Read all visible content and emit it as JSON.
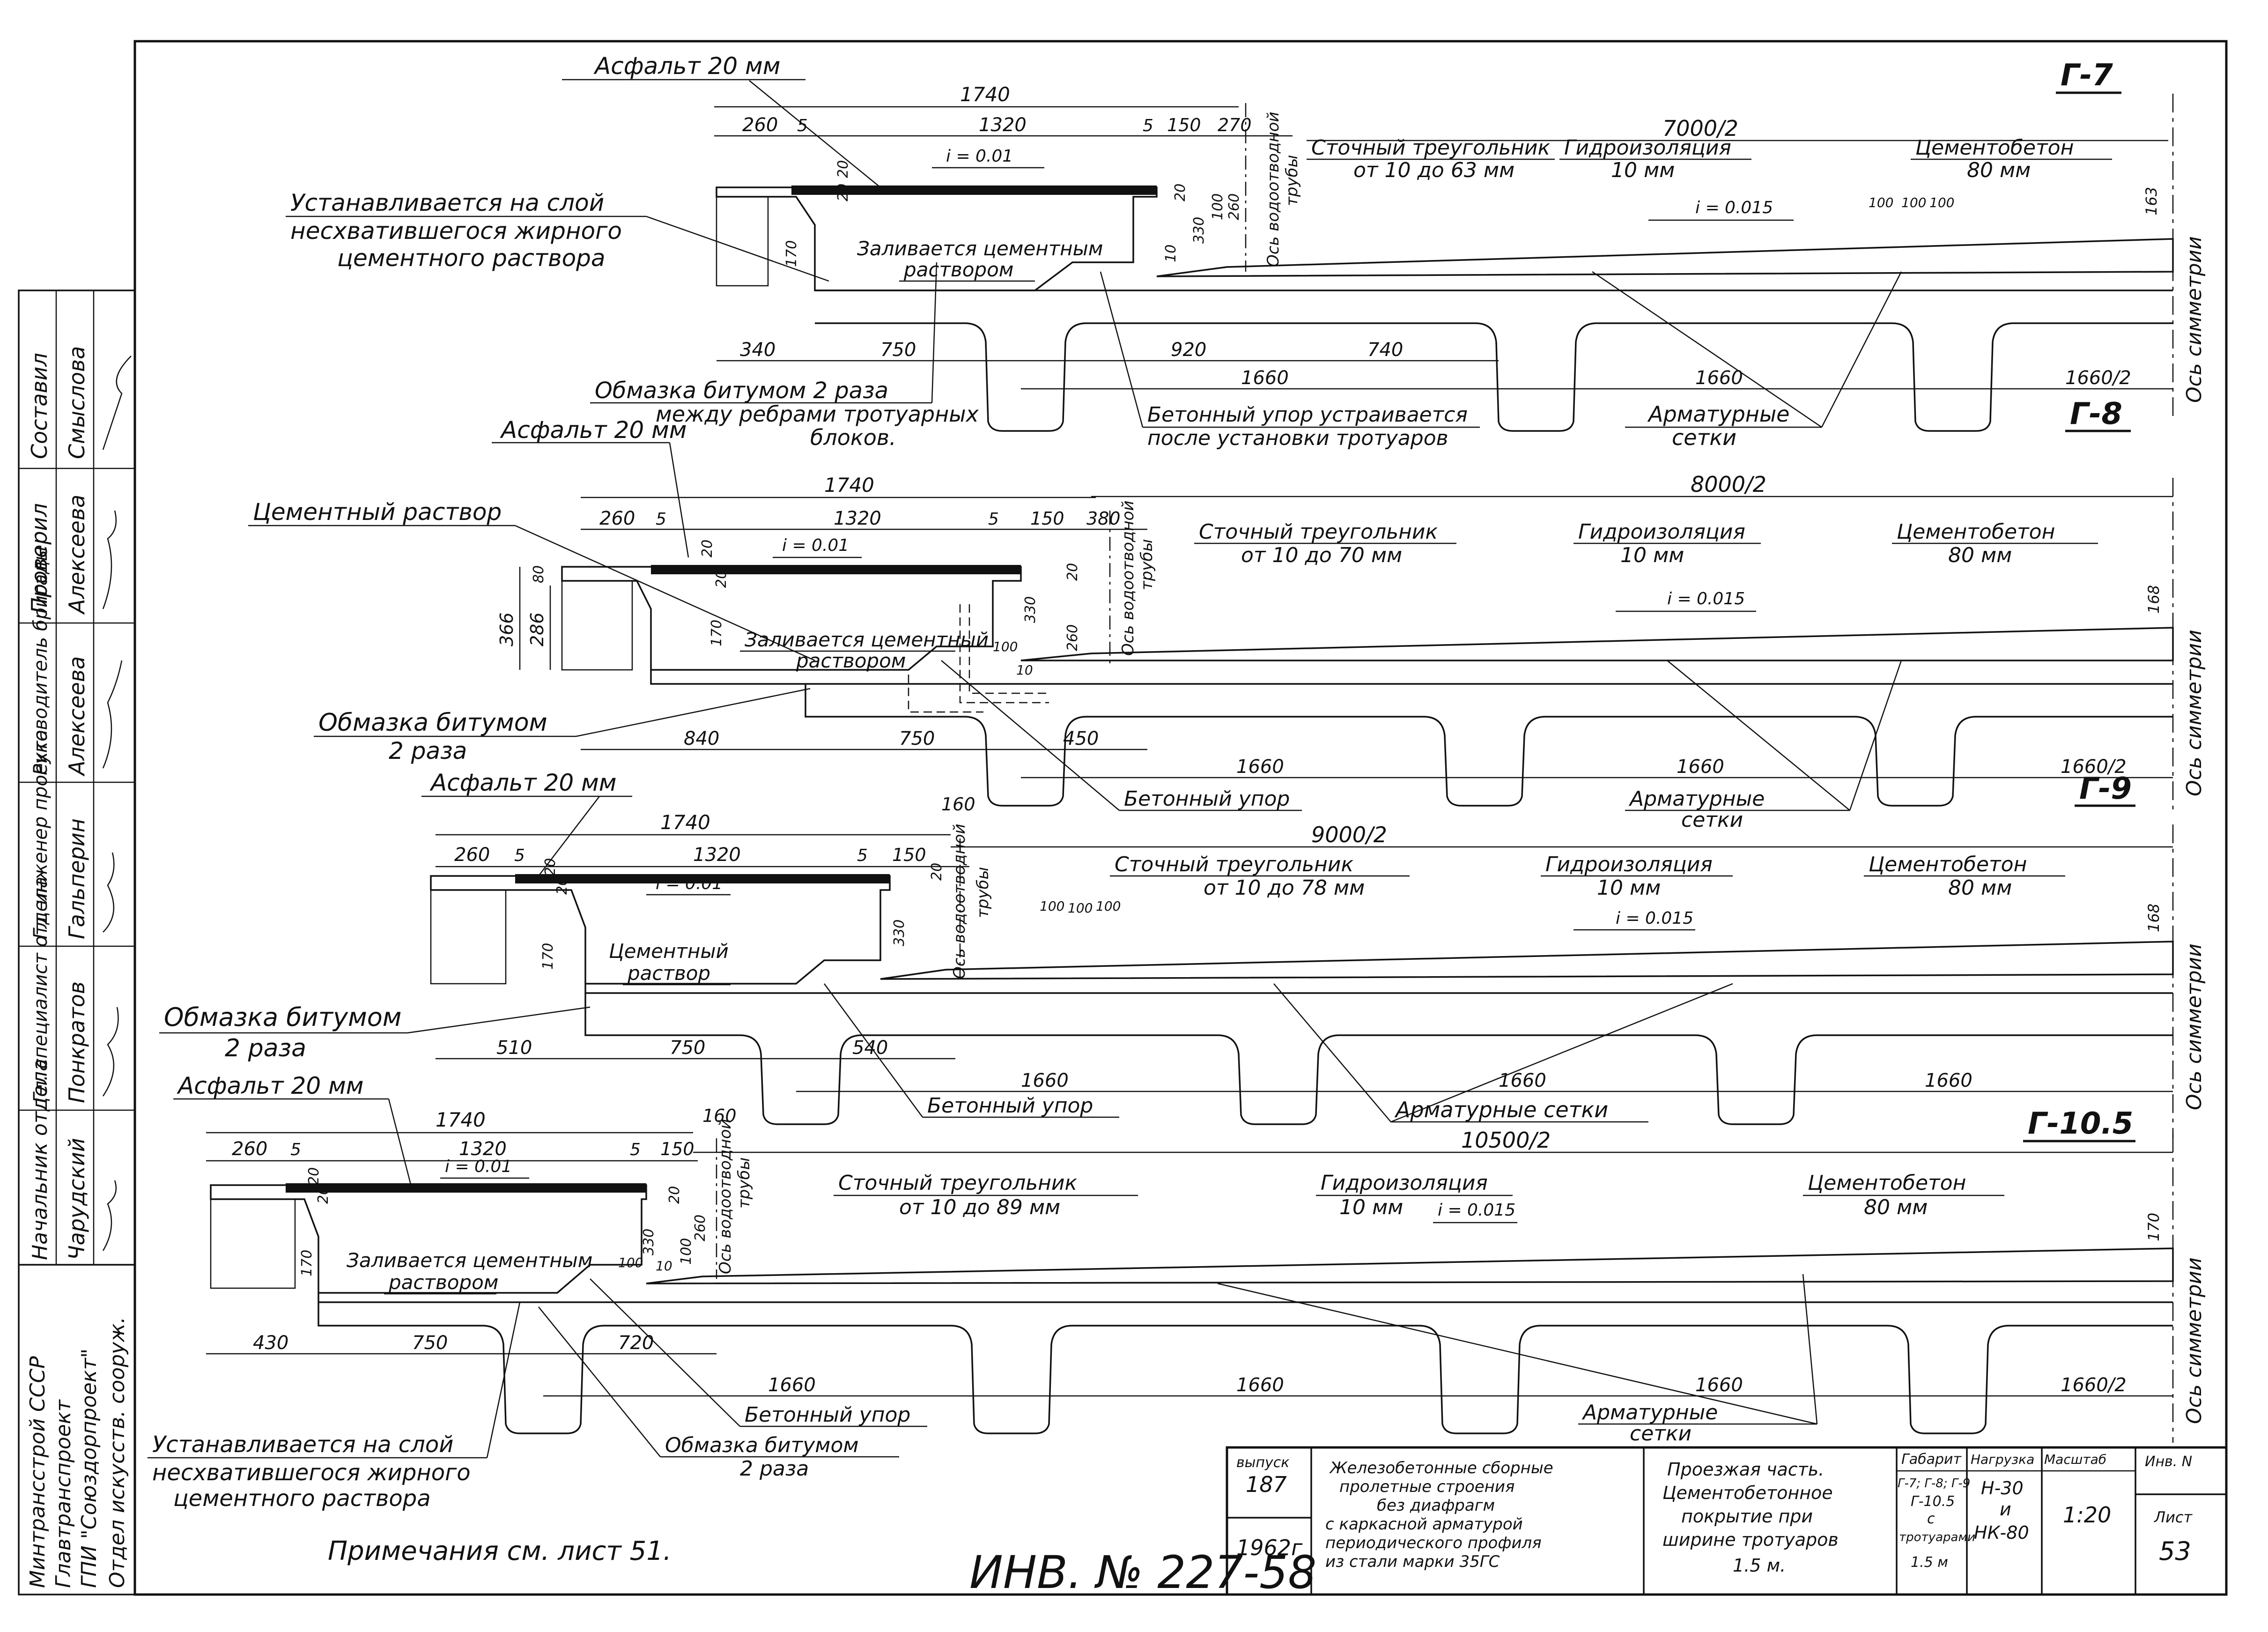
{
  "sections": [
    {
      "id": "g7",
      "label": "Г-7",
      "half_width": "7000/2",
      "asphalt": "Асфальт 20 мм",
      "dim_total": "1740",
      "dim_top": [
        "260",
        "5",
        "1320",
        "5",
        "150",
        "270"
      ],
      "slope_sidewalk": "i = 0.01",
      "slope_road": "i = 0.015",
      "drain_triangle": [
        "Сточный треугольник",
        "от 10 до 63 мм"
      ],
      "waterproofing": [
        "Гидроизоляция",
        "10 мм"
      ],
      "cement_concrete": [
        "Цементобетон",
        "80 мм"
      ],
      "fill_cement": [
        "Заливается цементным",
        "раствором"
      ],
      "pipe_axis": [
        "Ось водоотводной",
        "трубы"
      ],
      "small_dims": [
        "20",
        "20",
        "170",
        "20",
        "330",
        "100",
        "260",
        "10"
      ],
      "mesh_spacing": [
        "100",
        "100",
        "100"
      ],
      "right_height": "163",
      "dim_bottom": [
        "340",
        "750",
        "920",
        "740"
      ],
      "rib_dims": [
        "1660",
        "1660",
        "1660/2"
      ],
      "sym_axis": "Ось симметрии",
      "notes": [
        [
          "Устанавливается на слой",
          "несхватившегося жирного",
          "цементного раствора"
        ],
        [
          "Обмазка битумом 2 раза",
          "между ребрами тротуарных",
          "блоков."
        ],
        [
          "Бетонный упор устраивается",
          "после установки тротуаров"
        ],
        [
          "Арматурные",
          "сетки"
        ]
      ]
    },
    {
      "id": "g8",
      "label": "Г-8",
      "half_width": "8000/2",
      "asphalt": "Асфальт 20 мм",
      "dim_total": "1740",
      "dim_top": [
        "260",
        "5",
        "1320",
        "5",
        "150",
        "380"
      ],
      "slope_sidewalk": "i = 0.01",
      "slope_road": "i = 0.015",
      "drain_triangle": [
        "Сточный треугольник",
        "от 10 до 70 мм"
      ],
      "waterproofing": [
        "Гидроизоляция",
        "10 мм"
      ],
      "cement_concrete": [
        "Цементобетон",
        "80 мм"
      ],
      "fill_cement": [
        "Заливается цементный",
        "раствором"
      ],
      "pipe_axis": [
        "Ось водоотводной",
        "трубы"
      ],
      "left_heights": [
        "366",
        "286",
        "80"
      ],
      "small_dims": [
        "20",
        "20",
        "170",
        "100",
        "330",
        "20",
        "260",
        "10"
      ],
      "right_height": "168",
      "dim_bottom": [
        "840",
        "750",
        "450"
      ],
      "rib_dims": [
        "1660",
        "1660",
        "1660/2"
      ],
      "sym_axis": "Ось симметрии",
      "notes": [
        [
          "Цементный раствор"
        ],
        [
          "Обмазка битумом",
          "2 раза"
        ],
        [
          "Бетонный упор"
        ],
        [
          "Арматурные",
          "сетки"
        ]
      ]
    },
    {
      "id": "g9",
      "label": "Г-9",
      "half_width": "9000/2",
      "asphalt": "Асфальт 20 мм",
      "dim_total": "1740",
      "dim_top": [
        "260",
        "5",
        "1320",
        "5",
        "150",
        "160"
      ],
      "slope_sidewalk": "i = 0.01",
      "slope_road": "i = 0.015",
      "drain_triangle": [
        "Сточный треугольник",
        "от 10 до 78 мм"
      ],
      "waterproofing": [
        "Гидроизоляция",
        "10 мм"
      ],
      "cement_concrete": [
        "Цементобетон",
        "80 мм"
      ],
      "fill_cement": [
        "Цементный",
        "раствор"
      ],
      "pipe_axis": [
        "Ось водоотводной",
        "трубы"
      ],
      "small_dims": [
        "20",
        "20",
        "170",
        "20",
        "330"
      ],
      "mesh_spacing": [
        "100",
        "100",
        "100"
      ],
      "right_height": "168",
      "dim_bottom": [
        "510",
        "750",
        "540"
      ],
      "rib_dims": [
        "1660",
        "1660",
        "1660"
      ],
      "sym_axis": "Ось симметрии",
      "notes": [
        [
          "Обмазка битумом",
          "2 раза"
        ],
        [
          "Бетонный упор"
        ],
        [
          "Арматурные сетки"
        ]
      ]
    },
    {
      "id": "g105",
      "label": "Г-10.5",
      "half_width": "10500/2",
      "asphalt": "Асфальт 20 мм",
      "dim_total": "1740",
      "dim_top": [
        "260",
        "5",
        "1320",
        "5",
        "150",
        "160"
      ],
      "slope_sidewalk": "i = 0.01",
      "slope_road": "i = 0.015",
      "drain_triangle": [
        "Сточный треугольник",
        "от 10 до 89 мм"
      ],
      "waterproofing": [
        "Гидроизоляция",
        "10 мм"
      ],
      "cement_concrete": [
        "Цементобетон",
        "80 мм"
      ],
      "fill_cement": [
        "Заливается цементным",
        "раствором"
      ],
      "pipe_axis": [
        "Ось водоотводной",
        "трубы"
      ],
      "small_dims": [
        "20",
        "20",
        "170",
        "20",
        "330",
        "100",
        "260",
        "100",
        "10"
      ],
      "right_height": "170",
      "dim_bottom": [
        "430",
        "750",
        "720"
      ],
      "rib_dims": [
        "1660",
        "1660",
        "1660",
        "1660/2"
      ],
      "sym_axis": "Ось симметрии",
      "notes": [
        [
          "Устанавливается на слой",
          "несхватившегося жирного",
          "цементного раствора"
        ],
        [
          "Бетонный упор"
        ],
        [
          "Обмазка битумом",
          "2 раза"
        ],
        [
          "Арматурные",
          "сетки"
        ]
      ]
    }
  ],
  "side_stamp": {
    "roles": [
      "Составил",
      "Проверил",
      "Руководитель бригады",
      "Гл. инженер проекта",
      "Гл. специалист отдела",
      "Начальник отдела"
    ],
    "names": [
      "Смыслова",
      "Алексеева",
      "Алексеева",
      "Гальперин",
      "Понкратов",
      "Чарудский"
    ],
    "org": [
      "Минтрансстрой СССР",
      "Главтранспроект",
      "ГПИ \"Союздорпроект\"",
      "Отдел искусств. сооруж."
    ]
  },
  "footer": {
    "note": "Примечания см. лист 51.",
    "inventory": "ИНВ. № 227-58",
    "issue_label": "выпуск",
    "issue_value": "187",
    "year": "1962г",
    "title": [
      "Железобетонные сборные",
      "пролетные строения",
      "без диафрагм",
      "с каркасной арматурой",
      "периодического профиля",
      "из стали марки 35ГС"
    ],
    "subject": [
      "Проезжая часть.",
      "Цементобетонное",
      "покрытие при",
      "ширине тротуаров",
      "1.5 м."
    ],
    "gabarit_label": "Габарит",
    "gabarit_value": [
      "Г-7; Г-8; Г-9",
      "Г-10.5",
      "с",
      "тротуарами",
      "1.5 м"
    ],
    "load_label": "Нагрузка",
    "load_value": [
      "Н-30",
      "и",
      "НК-80"
    ],
    "scale_label": "Масштаб",
    "scale_value": "1:20",
    "inv_label": "Инв. N",
    "sheet_label": "Лист",
    "sheet_value": "53"
  }
}
